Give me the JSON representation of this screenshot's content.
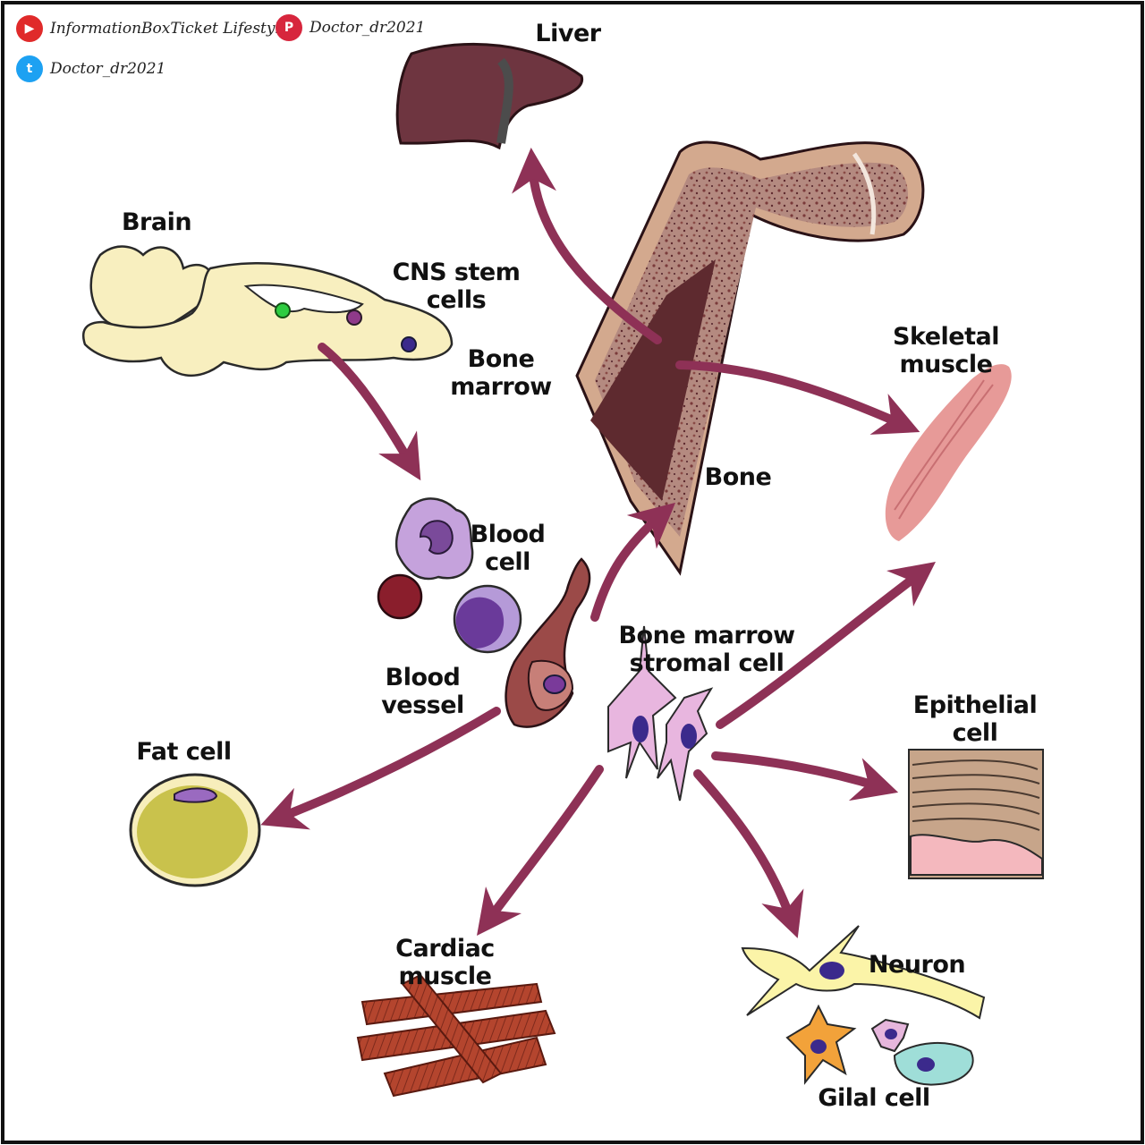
{
  "social": {
    "youtube": {
      "icon": "youtube-icon",
      "color": "#e02a2a",
      "handle": "InformationBoxTicket Lifestyles"
    },
    "pinterest": {
      "icon": "pinterest-icon",
      "color": "#d7263d",
      "handle": "Doctor_dr2021"
    },
    "twitter": {
      "icon": "twitter-icon",
      "color": "#1da1f2",
      "handle": "Doctor_dr2021"
    }
  },
  "labels": {
    "liver": "Liver",
    "brain": "Brain",
    "cns_stem_cells": "CNS stem cells",
    "bone_marrow": "Bone\nmarrow",
    "bone": "Bone",
    "skeletal_muscle": "Skeletal\nmuscle",
    "blood_cell": "Blood\ncell",
    "blood_vessel": "Blood vessel",
    "bone_marrow_stromal_cell": "Bone marrow\nstromal cell",
    "epithelial_cell": "Epithelial\ncell",
    "fat_cell": "Fat cell",
    "cardiac_muscle": "Cardiac muscle",
    "neuron": "Neuron",
    "glial_cell": "Gilal cell"
  },
  "colors": {
    "arrow": "#8e3156",
    "liver": "#6e3540",
    "brain": "#f8efbf",
    "bone_outer": "#d3a98e",
    "marrow": "#5e2a2f",
    "muscle": "#e79a98",
    "fat_cytoplasm": "#c9c24c",
    "cardiac": "#b4452e",
    "nucleus": "#3b2a8c"
  }
}
